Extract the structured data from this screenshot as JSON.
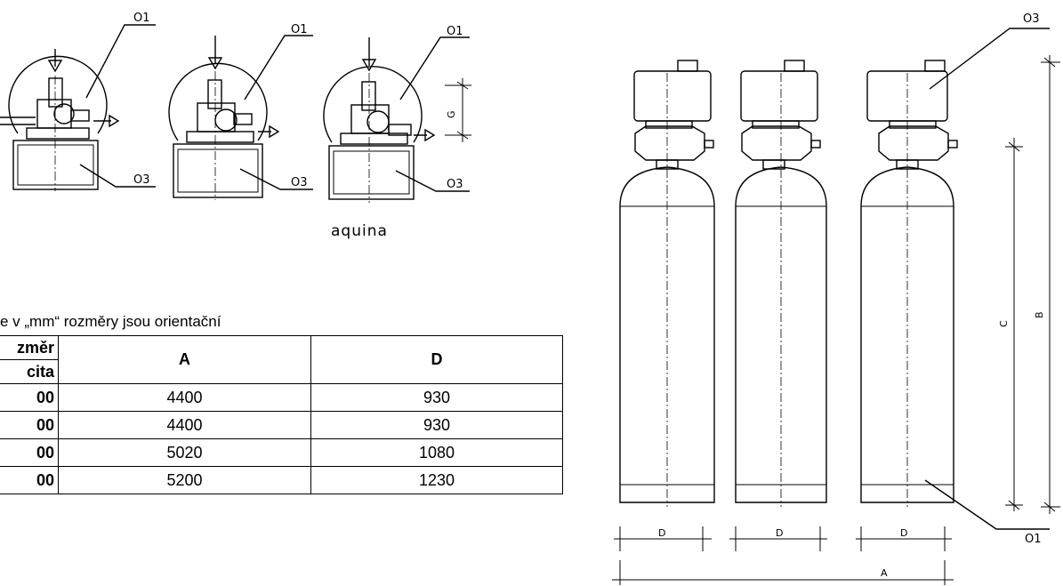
{
  "labels": {
    "o1": "O1",
    "o3": "O3",
    "g": "G",
    "aquina": "aquina",
    "a": "A",
    "b": "B",
    "c": "C",
    "d": "D"
  },
  "note": "e v „mm“ rozměry jsou orientační",
  "table": {
    "header_row1_label": "změr",
    "header_row2_label": "cita",
    "col_a": "A",
    "col_d": "D",
    "rows": [
      {
        "label": "00",
        "a": "4400",
        "d": "930"
      },
      {
        "label": "00",
        "a": "4400",
        "d": "930"
      },
      {
        "label": "00",
        "a": "5020",
        "d": "1080"
      },
      {
        "label": "00",
        "a": "5200",
        "d": "1230"
      }
    ]
  }
}
